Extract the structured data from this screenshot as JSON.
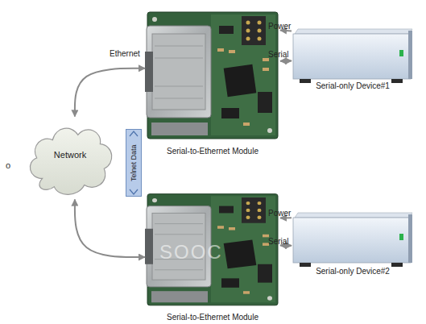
{
  "diagram": {
    "nodes": [
      {
        "text": [
          "Serial-to-Ethernet Module"
        ]
      },
      {
        "text": [
          "Serial-only Device#1"
        ]
      },
      {
        "text": [
          "Network"
        ]
      },
      {
        "text": [
          "Telnet Data"
        ]
      },
      {
        "text": [
          "Serial-to-Ethernet Module"
        ]
      },
      {
        "text": [
          "Serial-only Device#2"
        ]
      }
    ],
    "edges": [
      {
        "from": 2,
        "to": 0,
        "arrow": "both",
        "label": "Ethernet"
      },
      {
        "from": 2,
        "to": 4,
        "arrow": "both"
      },
      {
        "from": 1,
        "to": 0,
        "arrow": "to",
        "label": "Power"
      },
      {
        "from": 1,
        "to": 0,
        "arrow": "both",
        "label": "Serial"
      },
      {
        "from": 5,
        "to": 4,
        "arrow": "to",
        "label": "Power"
      },
      {
        "from": 5,
        "to": 4,
        "arrow": "both",
        "label": "Serial"
      }
    ],
    "labels": [
      "o",
      "SOOC"
    ]
  }
}
